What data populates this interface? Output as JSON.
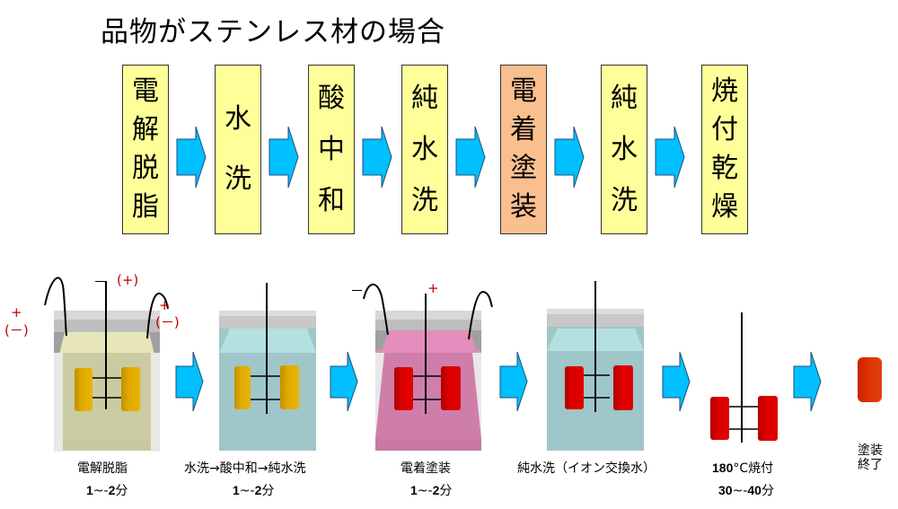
{
  "title": "品物がステンレス材の場合",
  "process_steps": [
    {
      "chars": [
        "電",
        "解",
        "脱",
        "脂"
      ],
      "highlight": false
    },
    {
      "chars": [
        "水",
        "洗"
      ],
      "highlight": false
    },
    {
      "chars": [
        "酸",
        "中",
        "和"
      ],
      "highlight": false
    },
    {
      "chars": [
        "純",
        "水",
        "洗"
      ],
      "highlight": false
    },
    {
      "chars": [
        "電",
        "着",
        "塗",
        "装"
      ],
      "highlight": true
    },
    {
      "chars": [
        "純",
        "水",
        "洗"
      ],
      "highlight": false
    },
    {
      "chars": [
        "焼",
        "付",
        "乾",
        "燥"
      ],
      "highlight": false
    }
  ],
  "colors": {
    "step_fill": "#ffff99",
    "step_highlight": "#fabf8f",
    "arrow": "#00c0ff",
    "tank1_liquid": "#d8d8a8",
    "tank2_liquid": "#9fcdce",
    "tank3_liquid": "#d77fac",
    "tank4_liquid": "#9fcdce",
    "part_gold": "#e0aa00",
    "part_red": "#dd0000",
    "finished_part": "#dd3300"
  },
  "stages": [
    {
      "label": "電解脱脂",
      "time_num1": "1",
      "time_sep": "~-",
      "time_num2": "2",
      "time_unit": "分",
      "signs": {
        "left_top": "+",
        "left_bottom": "(－)",
        "center_left": "－",
        "center_right": "(+)",
        "right_top": "+",
        "right_bottom": "(－)"
      }
    },
    {
      "label": "水洗→酸中和→純水洗",
      "time_num1": "1",
      "time_sep": "~-",
      "time_num2": "2",
      "time_unit": "分"
    },
    {
      "label": "電着塗装",
      "time_num1": "1",
      "time_sep": "~-",
      "time_num2": "2",
      "time_unit": "分",
      "signs": {
        "left": "－",
        "center": "+"
      }
    },
    {
      "label": "純水洗（イオン交換水）"
    },
    {
      "label_num": "180",
      "label_rest": "°C焼付",
      "time_num1": "30",
      "time_sep": "~-",
      "time_num2": "40",
      "time_unit": "分"
    },
    {
      "label_line1": "塗装",
      "label_line2": "終了"
    }
  ]
}
